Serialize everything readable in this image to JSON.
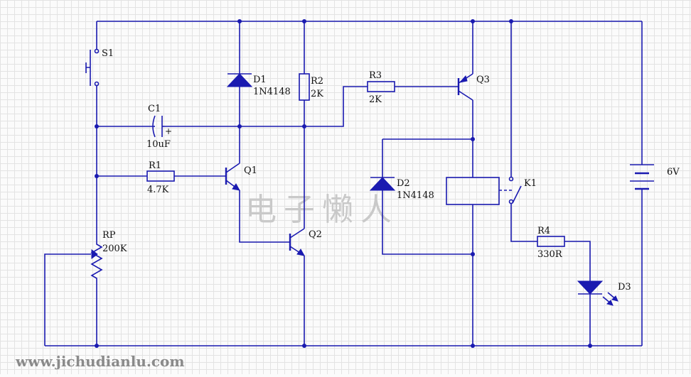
{
  "components": {
    "s1": "S1",
    "c1": "C1",
    "c1_value": "10uF",
    "c1_plus": "+",
    "d1": "D1",
    "d1_value": "1N4148",
    "r2": "R2",
    "r2_value": "2K",
    "r3": "R3",
    "r3_value": "2K",
    "q3": "Q3",
    "r1": "R1",
    "r1_value": "4.7K",
    "q1": "Q1",
    "q2": "Q2",
    "d2": "D2",
    "d2_value": "1N4148",
    "k1": "K1",
    "rp": "RP",
    "rp_value": "200K",
    "r4": "R4",
    "r4_value": "330R",
    "d3": "D3",
    "battery": "6V"
  },
  "watermark": "电子懒人",
  "site": "www.jichudianlu.com",
  "colors": {
    "wire": "#1a1ab0",
    "grid": "#e3e3e3",
    "background": "#fbfbfb"
  }
}
